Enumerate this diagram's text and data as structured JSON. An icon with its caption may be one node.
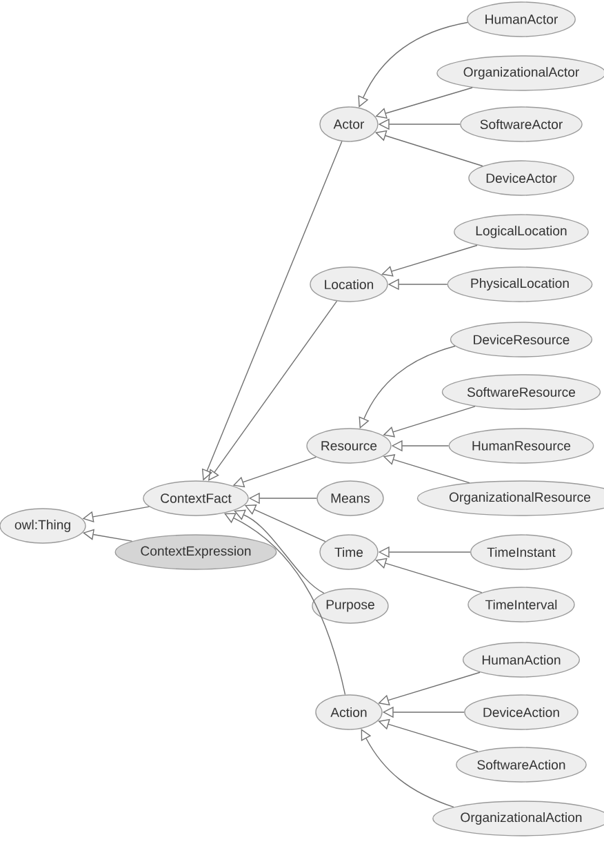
{
  "diagram": {
    "nodes": [
      {
        "text": [
          "owl:Thing"
        ]
      },
      {
        "text": [
          "ContextFact"
        ]
      },
      {
        "text": [
          "ContextExpression"
        ]
      },
      {
        "text": [
          "Actor"
        ]
      },
      {
        "text": [
          "HumanActor"
        ]
      },
      {
        "text": [
          "OrganizationalActor"
        ]
      },
      {
        "text": [
          "SoftwareActor"
        ]
      },
      {
        "text": [
          "DeviceActor"
        ]
      },
      {
        "text": [
          "Location"
        ]
      },
      {
        "text": [
          "LogicalLocation"
        ]
      },
      {
        "text": [
          "PhysicalLocation"
        ]
      },
      {
        "text": [
          "Resource"
        ]
      },
      {
        "text": [
          "DeviceResource"
        ]
      },
      {
        "text": [
          "SoftwareResource"
        ]
      },
      {
        "text": [
          "HumanResource"
        ]
      },
      {
        "text": [
          "OrganizationalResource"
        ]
      },
      {
        "text": [
          "Means"
        ]
      },
      {
        "text": [
          "Time"
        ]
      },
      {
        "text": [
          "TimeInstant"
        ]
      },
      {
        "text": [
          "Purpose"
        ]
      },
      {
        "text": [
          "TimeInterval"
        ]
      },
      {
        "text": [
          "Action"
        ]
      },
      {
        "text": [
          "HumanAction"
        ]
      },
      {
        "text": [
          "DeviceAction"
        ]
      },
      {
        "text": [
          "SoftwareAction"
        ]
      },
      {
        "text": [
          "OrganizationalAction"
        ]
      }
    ],
    "edges": [
      {
        "from": 1,
        "to": 0,
        "arrow": "to"
      },
      {
        "from": 2,
        "to": 0,
        "arrow": "to"
      },
      {
        "from": 3,
        "to": 1,
        "arrow": "to"
      },
      {
        "from": 4,
        "to": 3,
        "arrow": "to"
      },
      {
        "from": 5,
        "to": 3,
        "arrow": "to"
      },
      {
        "from": 6,
        "to": 3,
        "arrow": "to"
      },
      {
        "from": 7,
        "to": 3,
        "arrow": "to"
      },
      {
        "from": 8,
        "to": 1,
        "arrow": "to"
      },
      {
        "from": 9,
        "to": 8,
        "arrow": "to"
      },
      {
        "from": 10,
        "to": 8,
        "arrow": "to"
      },
      {
        "from": 11,
        "to": 1,
        "arrow": "to"
      },
      {
        "from": 12,
        "to": 11,
        "arrow": "to"
      },
      {
        "from": 13,
        "to": 11,
        "arrow": "to"
      },
      {
        "from": 14,
        "to": 11,
        "arrow": "to"
      },
      {
        "from": 15,
        "to": 11,
        "arrow": "to"
      },
      {
        "from": 16,
        "to": 1,
        "arrow": "to"
      },
      {
        "from": 17,
        "to": 1,
        "arrow": "to"
      },
      {
        "from": 18,
        "to": 17,
        "arrow": "to"
      },
      {
        "from": 19,
        "to": 1,
        "arrow": "to"
      },
      {
        "from": 20,
        "to": 17,
        "arrow": "to"
      },
      {
        "from": 21,
        "to": 1,
        "arrow": "to"
      },
      {
        "from": 22,
        "to": 21,
        "arrow": "to"
      },
      {
        "from": 23,
        "to": 21,
        "arrow": "to"
      },
      {
        "from": 24,
        "to": 21,
        "arrow": "to"
      },
      {
        "from": 25,
        "to": 21,
        "arrow": "to"
      }
    ]
  }
}
